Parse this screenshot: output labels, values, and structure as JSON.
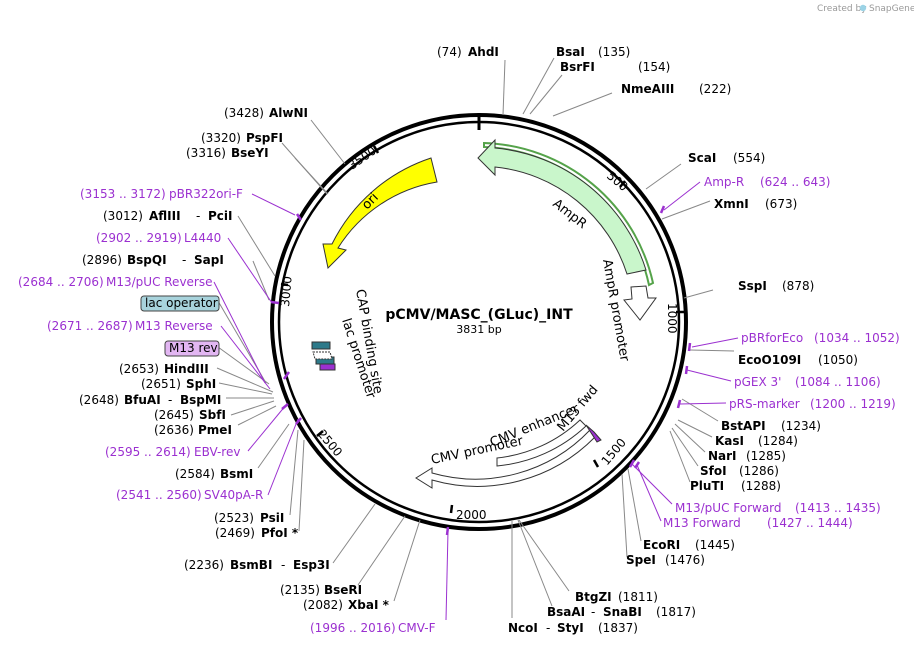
{
  "credit": {
    "text": "Created by",
    "brand": "SnapGene"
  },
  "plasmid": {
    "name": "pCMV/MASC_(GLuc)_INT",
    "size": "3831 bp"
  },
  "ticks": [
    "500",
    "1000",
    "1500",
    "2000",
    "2500",
    "3000",
    "3500"
  ],
  "features": [
    {
      "id": "ampr",
      "label": "AmpR",
      "color": "#c9f6cb"
    },
    {
      "id": "ampr-promoter",
      "label": "AmpR promoter",
      "color": "#ffffff"
    },
    {
      "id": "ori",
      "label": "ori",
      "color": "#ffff00"
    },
    {
      "id": "cmv-promoter",
      "label": "CMV promoter",
      "color": "#ffffff"
    },
    {
      "id": "cmv-enhancer",
      "label": "CMV enhancer",
      "color": "#ffffff"
    },
    {
      "id": "m13-fwd",
      "label": "M13 fwd",
      "color": "#9b30d0"
    },
    {
      "id": "cap",
      "label": "CAP binding site",
      "color": "#2d7a8a"
    },
    {
      "id": "lac-promoter",
      "label": "lac promoter",
      "color": "#ffffff"
    }
  ],
  "enzymes": [
    {
      "pos": "(74)",
      "name": "AhdI"
    },
    {
      "name": "BsaI",
      "pos": "(135)"
    },
    {
      "name": "BsrFI",
      "pos": "(154)"
    },
    {
      "name": "NmeAIII",
      "pos": "(222)"
    },
    {
      "name": "ScaI",
      "pos": "(554)"
    },
    {
      "name": "XmnI",
      "pos": "(673)"
    },
    {
      "name": "SspI",
      "pos": "(878)"
    },
    {
      "name": "EcoO109I",
      "pos": "(1050)"
    },
    {
      "name": "BstAPI",
      "pos": "(1234)"
    },
    {
      "name": "KasI",
      "pos": "(1284)"
    },
    {
      "name": "NarI",
      "pos": "(1285)"
    },
    {
      "name": "SfoI",
      "pos": "(1286)"
    },
    {
      "name": "PluTI",
      "pos": "(1288)"
    },
    {
      "name": "EcoRI",
      "pos": "(1445)"
    },
    {
      "name": "SpeI",
      "pos": "(1476)"
    },
    {
      "name": "BtgZI",
      "pos": "(1811)"
    },
    {
      "name": "BsaAI",
      "name2": "SnaBI",
      "pos": "(1817)"
    },
    {
      "name": "NcoI",
      "name2": "StyI",
      "pos": "(1837)"
    },
    {
      "pos": "(2082)",
      "name": "XbaI *"
    },
    {
      "pos": "(2135)",
      "name": "BseRI"
    },
    {
      "pos": "(2236)",
      "name": "BsmBI",
      "name2": "Esp3I"
    },
    {
      "pos": "(2469)",
      "name": "PfoI *"
    },
    {
      "pos": "(2523)",
      "name": "PsiI"
    },
    {
      "pos": "(2584)",
      "name": "BsmI"
    },
    {
      "pos": "(2636)",
      "name": "PmeI"
    },
    {
      "pos": "(2645)",
      "name": "SbfI"
    },
    {
      "pos": "(2648)",
      "name": "BfuAI",
      "name2": "BspMI"
    },
    {
      "pos": "(2651)",
      "name": "SphI"
    },
    {
      "pos": "(2653)",
      "name": "HindIII"
    },
    {
      "pos": "(2896)",
      "name": "BspQI",
      "name2": "SapI"
    },
    {
      "pos": "(3012)",
      "name": "AflIII",
      "name2": "PciI"
    },
    {
      "pos": "(3316)",
      "name": "BseYI"
    },
    {
      "pos": "(3320)",
      "name": "PspFI"
    },
    {
      "pos": "(3428)",
      "name": "AlwNI"
    }
  ],
  "primers": [
    {
      "name": "Amp-R",
      "range": "(624 .. 643)"
    },
    {
      "name": "pBRforEco",
      "range": "(1034 .. 1052)"
    },
    {
      "name": "pGEX 3'",
      "range": "(1084 .. 1106)"
    },
    {
      "name": "pRS-marker",
      "range": "(1200 .. 1219)"
    },
    {
      "name": "M13/pUC Forward",
      "range": "(1413 .. 1435)"
    },
    {
      "name": "M13 Forward",
      "range": "(1427 .. 1444)"
    },
    {
      "range": "(1996 .. 2016)",
      "name": "CMV-F"
    },
    {
      "range": "(2541 .. 2560)",
      "name": "SV40pA-R"
    },
    {
      "range": "(2595 .. 2614)",
      "name": "EBV-rev"
    },
    {
      "range": "(2671 .. 2687)",
      "name": "M13 Reverse"
    },
    {
      "range": "(2684 .. 2706)",
      "name": "M13/pUC Reverse"
    },
    {
      "range": "(2902 .. 2919)",
      "name": "L4440"
    },
    {
      "range": "(3153 .. 3172)",
      "name": "pBR322ori-F"
    }
  ],
  "boxed_labels": [
    {
      "name": "lac operator",
      "fill": "#a8d3dc"
    },
    {
      "name": "M13 rev",
      "fill": "#e2b6f2"
    }
  ],
  "colors": {
    "primer": "#9b30d0",
    "backbone": "#000000",
    "ampr_outline": "#55a34a"
  }
}
